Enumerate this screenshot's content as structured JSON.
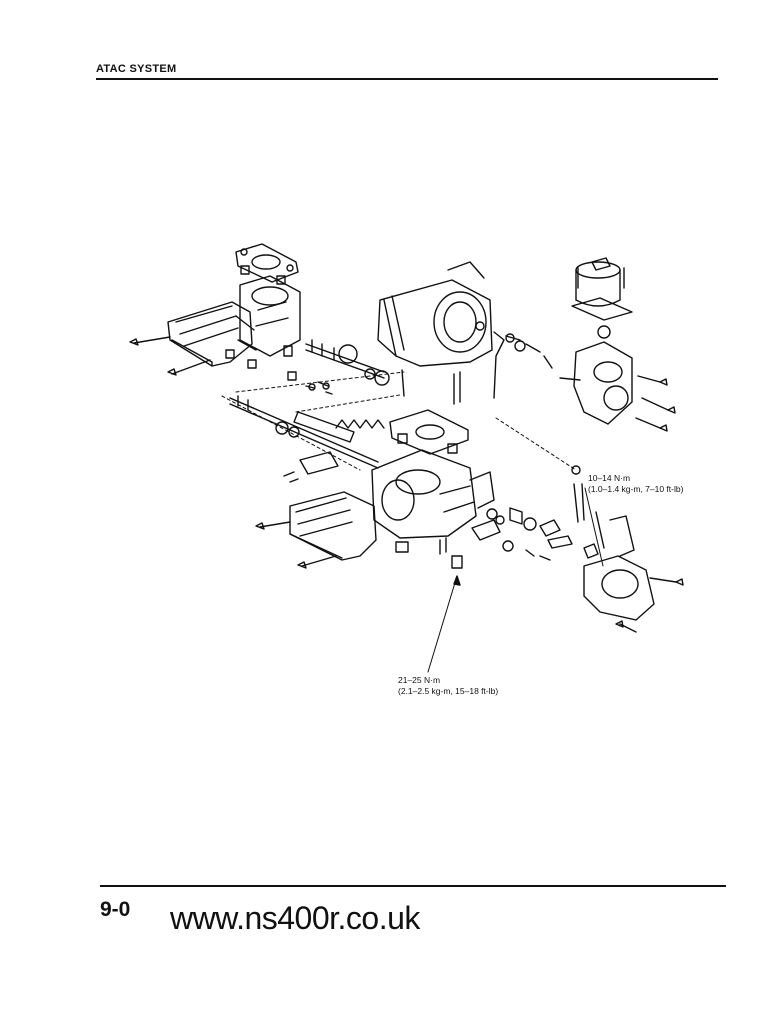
{
  "header": {
    "title": "ATAC SYSTEM"
  },
  "torque_specs": [
    {
      "value": "10–14 N·m",
      "detail": "(1.0–1.4 kg-m, 7–10 ft-lb)"
    },
    {
      "value": "21–25 N·m",
      "detail": "(2.1–2.5 kg-m, 15–18 ft-lb)"
    }
  ],
  "footer": {
    "page_number": "9-0",
    "website": "www.ns400r.co.uk"
  }
}
